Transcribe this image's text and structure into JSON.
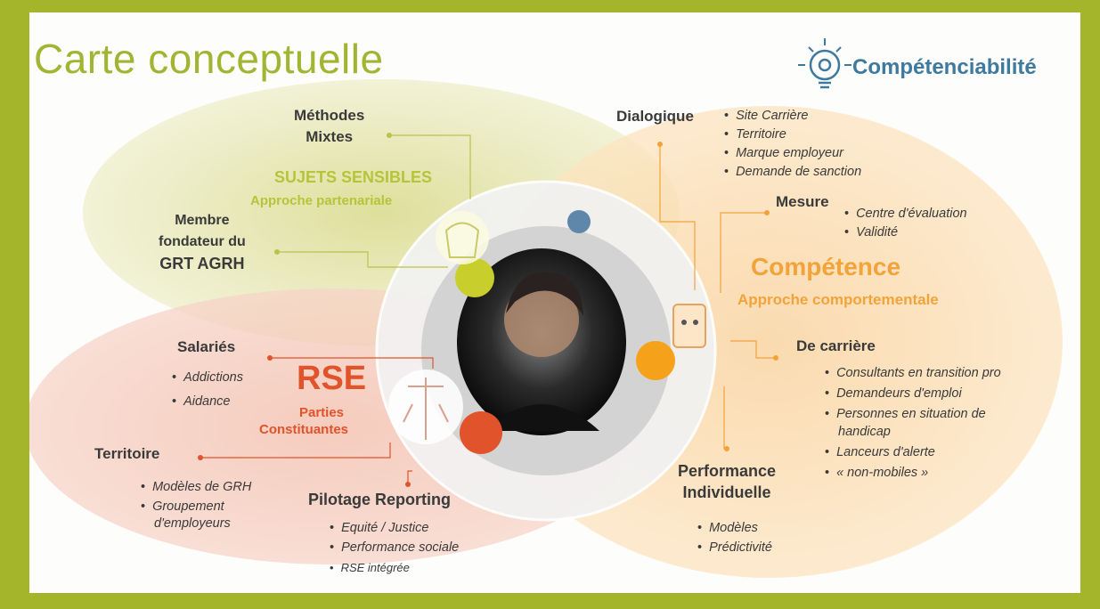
{
  "title": "Carte conceptuelle",
  "brand": {
    "name": "Compétenciabilité",
    "icon": "lightbulb-gear-icon"
  },
  "colors": {
    "frame": "#a5b52b",
    "olive": "#c8cc6c",
    "orange": "#f5a13a",
    "red": "#e65a3a",
    "blue": "#3e7aa0"
  },
  "sensibles": {
    "methodes_line1": "Méthodes",
    "methodes_line2": "Mixtes",
    "title": "SUJETS SENSIBLES",
    "subtitle": "Approche partenariale",
    "membre_line1": "Membre",
    "membre_line2": "fondateur du",
    "membre_line3": "GRT AGRH"
  },
  "competence": {
    "title": "Compétence",
    "subtitle": "Approche comportementale",
    "dialogique": {
      "label": "Dialogique",
      "items": [
        "Site Carrière",
        "Territoire",
        "Marque employeur",
        "Demande de sanction"
      ]
    },
    "mesure": {
      "label": "Mesure",
      "items": [
        "Centre d'évaluation",
        "Validité"
      ]
    },
    "carriere": {
      "label": "De carrière",
      "items": [
        "Consultants en transition pro",
        "Demandeurs d'emploi",
        "Personnes en situation de handicap",
        "Lanceurs d'alerte",
        "« non-mobiles »"
      ]
    },
    "performance": {
      "label_line1": "Performance",
      "label_line2": "Individuelle",
      "items": [
        "Modèles",
        "Prédictivité"
      ]
    }
  },
  "rse": {
    "title": "RSE",
    "subtitle_line1": "Parties",
    "subtitle_line2": "Constituantes",
    "salaries": {
      "label": "Salariés",
      "items": [
        "Addictions",
        "Aidance"
      ]
    },
    "territoire": {
      "label": "Territoire",
      "items": [
        "Modèles de GRH",
        "Groupement d'employeurs"
      ]
    },
    "pilotage": {
      "label": "Pilotage Reporting",
      "items": [
        "Equité / Justice",
        "Performance sociale",
        "RSE intégrée"
      ]
    }
  }
}
